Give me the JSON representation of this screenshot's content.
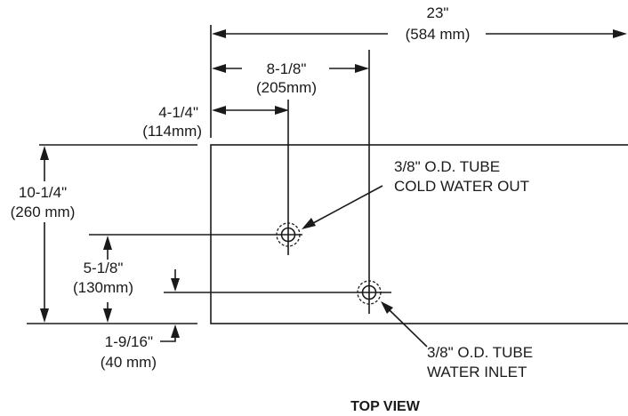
{
  "dimensions": {
    "overall_width": {
      "imperial": "23\"",
      "metric": "(584 mm)"
    },
    "outlet_offset": {
      "imperial": "8-1/8\"",
      "metric": "(205mm)"
    },
    "inlet_offset": {
      "imperial": "4-1/4\"",
      "metric": "(114mm)"
    },
    "overall_depth": {
      "imperial": "10-1/4\"",
      "metric": "(260 mm)"
    },
    "outlet_height": {
      "imperial": "5-1/8\"",
      "metric": "(130mm)"
    },
    "inlet_height": {
      "imperial": "1-9/16\"",
      "metric": "(40 mm)"
    }
  },
  "callouts": {
    "cold_water_out": {
      "line1": "3/8\" O.D. TUBE",
      "line2": "COLD WATER OUT"
    },
    "water_inlet": {
      "line1": "3/8\" O.D. TUBE",
      "line2": "WATER INLET"
    }
  },
  "view_label": "TOP VIEW"
}
